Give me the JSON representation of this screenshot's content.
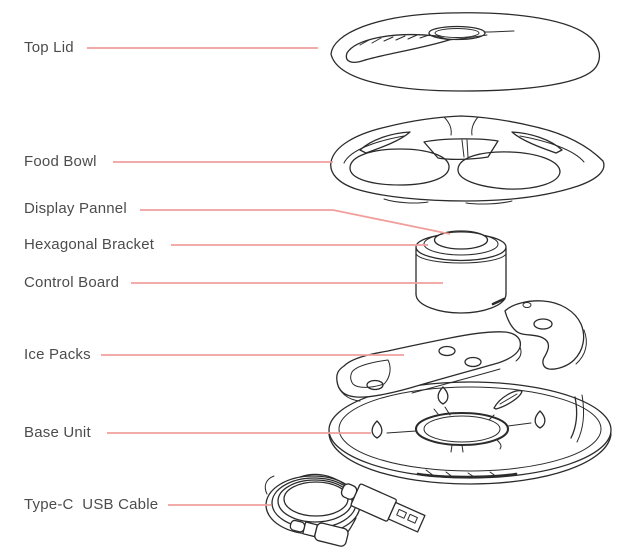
{
  "colors": {
    "background": "#ffffff",
    "line_art": "#2b2b2b",
    "leader_line": "#f19f9c",
    "label_text": "#4c4c4c"
  },
  "parts": [
    {
      "label": "Top Lid"
    },
    {
      "label": "Food Bowl"
    },
    {
      "label": "Display Pannel"
    },
    {
      "label": "Hexagonal Bracket"
    },
    {
      "label": "Control Board"
    },
    {
      "label": "Ice Packs"
    },
    {
      "label": "Base Unit"
    },
    {
      "label": "Type-C  USB Cable"
    }
  ]
}
